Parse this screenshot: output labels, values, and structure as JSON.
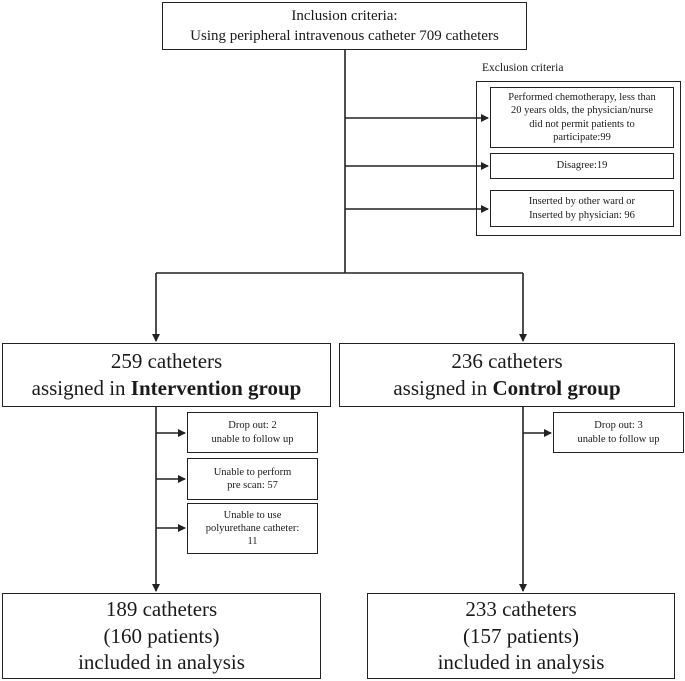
{
  "inclusion": {
    "line1": "Inclusion criteria:",
    "line2": "Using peripheral intravenous catheter 709 catheters"
  },
  "exclusion": {
    "title": "Exclusion criteria",
    "items": [
      {
        "lines": [
          "Performed chemotherapy, less than",
          "20 years olds, the physician/nurse",
          "did not permit patients to",
          "participate:99"
        ]
      },
      {
        "lines": [
          "Disagree:19"
        ]
      },
      {
        "lines": [
          "Inserted by other ward or",
          "Inserted by physician: 96"
        ]
      }
    ]
  },
  "intervention": {
    "count": "259 catheters",
    "assigned_prefix": "assigned in ",
    "group": "Intervention group",
    "dropouts": [
      {
        "lines": [
          "Drop out: 2",
          "unable to follow up"
        ]
      },
      {
        "lines": [
          "Unable to perform",
          "pre scan: 57"
        ]
      },
      {
        "lines": [
          "Unable to use",
          "polyurethane catheter:",
          "11"
        ]
      }
    ],
    "result": {
      "line1": "189 catheters",
      "line2": "(160 patients)",
      "line3": "included in analysis"
    }
  },
  "control": {
    "count": "236 catheters",
    "assigned_prefix": "assigned in ",
    "group": "Control group",
    "dropouts": [
      {
        "lines": [
          "Drop out: 3",
          "unable to follow up"
        ]
      }
    ],
    "result": {
      "line1": "233 catheters",
      "line2": "(157 patients)",
      "line3": "included in analysis"
    }
  }
}
